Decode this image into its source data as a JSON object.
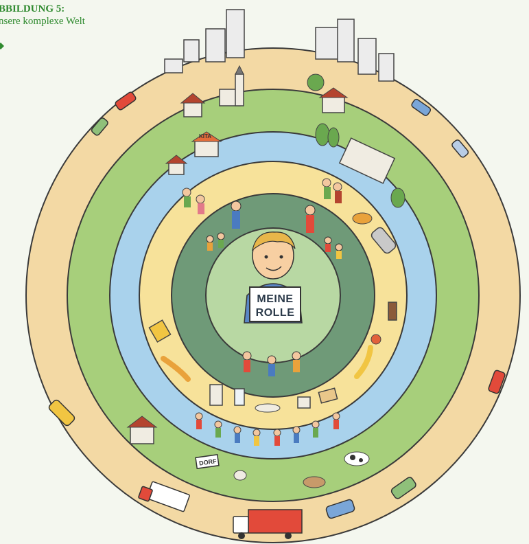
{
  "figure": {
    "title": "BBILDUNG 5:",
    "subtitle": "nsere komplexe Welt"
  },
  "center_sign": {
    "line1": "MEINE",
    "line2": "ROLLE"
  },
  "labels": {
    "kita": "KITA",
    "dorf": "DORF"
  },
  "colors": {
    "outer_ring": "#f3d9a4",
    "green_ring": "#a7cf7b",
    "blue_ring": "#a9d2ec",
    "yellow_ring": "#f7e29a",
    "dark_ring": "#6f9a78",
    "center": "#b8d8a3",
    "title_green": "#2f8a2f"
  }
}
